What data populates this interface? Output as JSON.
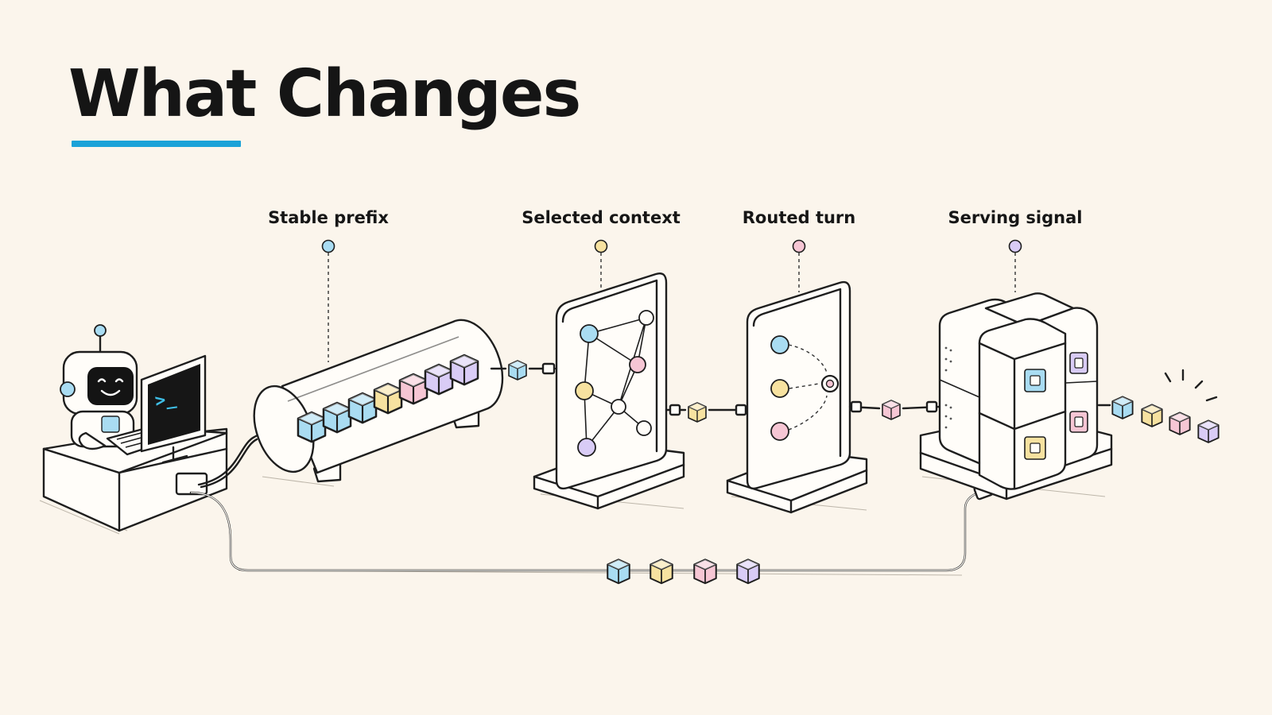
{
  "header": {
    "title": "What Changes"
  },
  "stages": [
    {
      "label": "Stable prefix",
      "color": "#a9dcf2"
    },
    {
      "label": "Selected context",
      "color": "#f7e2a0"
    },
    {
      "label": "Routed turn",
      "color": "#f6c6d4"
    },
    {
      "label": "Serving signal",
      "color": "#d9ccf6"
    }
  ],
  "colors": {
    "accent": "#1ba2d8",
    "background": "#fbf5ec",
    "block_blue": "#a9dcf2",
    "block_yellow": "#f7e2a0",
    "block_pink": "#f6c6d4",
    "block_purple": "#d9ccf6",
    "terminal_prompt": "#3fc0e8"
  },
  "terminal": {
    "prompt": ">_"
  },
  "icons": [
    "robot-icon",
    "terminal-icon",
    "cylinder-icon",
    "graph-panel-icon",
    "router-panel-icon",
    "cube-stack-icon",
    "data-block-icon"
  ]
}
